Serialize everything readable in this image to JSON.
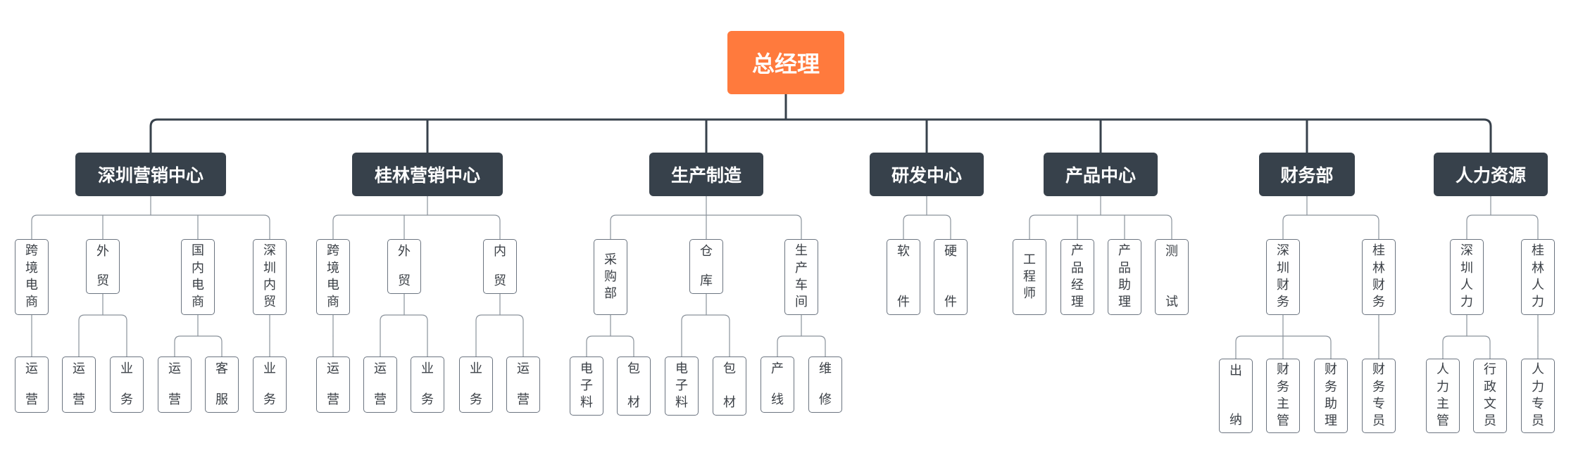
{
  "root": {
    "id": "gm",
    "label": "总经理"
  },
  "departments": [
    {
      "id": "d1",
      "label": "深圳营销中心",
      "children": [
        {
          "id": "d1a",
          "label": "跨境电商",
          "children": [
            {
              "id": "d1a1",
              "label": "运营"
            }
          ]
        },
        {
          "id": "d1b",
          "label": "外贸",
          "children": [
            {
              "id": "d1b1",
              "label": "运营"
            },
            {
              "id": "d1b2",
              "label": "业务"
            }
          ]
        },
        {
          "id": "d1c",
          "label": "国内电商",
          "children": [
            {
              "id": "d1c1",
              "label": "运营"
            },
            {
              "id": "d1c2",
              "label": "客服"
            }
          ]
        },
        {
          "id": "d1d",
          "label": "深圳内贸",
          "children": [
            {
              "id": "d1d1",
              "label": "业务"
            }
          ]
        }
      ]
    },
    {
      "id": "d2",
      "label": "桂林营销中心",
      "children": [
        {
          "id": "d2a",
          "label": "跨境电商",
          "children": [
            {
              "id": "d2a1",
              "label": "运营"
            }
          ]
        },
        {
          "id": "d2b",
          "label": "外贸",
          "children": [
            {
              "id": "d2b1",
              "label": "运营"
            },
            {
              "id": "d2b2",
              "label": "业务"
            }
          ]
        },
        {
          "id": "d2c",
          "label": "内贸",
          "children": [
            {
              "id": "d2c1",
              "label": "业务"
            },
            {
              "id": "d2c2",
              "label": "运营"
            }
          ]
        }
      ]
    },
    {
      "id": "d3",
      "label": "生产制造",
      "children": [
        {
          "id": "d3a",
          "label": "采购部",
          "children": [
            {
              "id": "d3a1",
              "label": "电子料"
            },
            {
              "id": "d3a2",
              "label": "包材"
            }
          ]
        },
        {
          "id": "d3b",
          "label": "仓库",
          "children": [
            {
              "id": "d3b1",
              "label": "电子料"
            },
            {
              "id": "d3b2",
              "label": "包材"
            }
          ]
        },
        {
          "id": "d3c",
          "label": "生产车间",
          "children": [
            {
              "id": "d3c1",
              "label": "产线"
            },
            {
              "id": "d3c2",
              "label": "维修"
            }
          ]
        }
      ]
    },
    {
      "id": "d4",
      "label": "研发中心",
      "children": [
        {
          "id": "d4a",
          "label": "软件",
          "children": []
        },
        {
          "id": "d4b",
          "label": "硬件",
          "children": []
        }
      ]
    },
    {
      "id": "d5",
      "label": "产品中心",
      "children": [
        {
          "id": "d5a",
          "label": "工程师",
          "children": []
        },
        {
          "id": "d5b",
          "label": "产品经理",
          "children": []
        },
        {
          "id": "d5c",
          "label": "产品助理",
          "children": []
        },
        {
          "id": "d5d",
          "label": "测试",
          "children": []
        }
      ]
    },
    {
      "id": "d6",
      "label": "财务部",
      "children": [
        {
          "id": "d6a",
          "label": "深圳财务",
          "children": [
            {
              "id": "d6a1",
              "label": "出纳"
            },
            {
              "id": "d6a2",
              "label": "财务主管"
            },
            {
              "id": "d6a3",
              "label": "财务助理"
            }
          ]
        },
        {
          "id": "d6b",
          "label": "桂林财务",
          "children": [
            {
              "id": "d6b1",
              "label": "财务专员"
            }
          ]
        }
      ]
    },
    {
      "id": "d7",
      "label": "人力资源",
      "children": [
        {
          "id": "d7a",
          "label": "深圳人力",
          "children": [
            {
              "id": "d7a1",
              "label": "人力主管"
            },
            {
              "id": "d7a2",
              "label": "行政文员"
            }
          ]
        },
        {
          "id": "d7b",
          "label": "桂林人力",
          "children": [
            {
              "id": "d7b1",
              "label": "人力专员"
            }
          ]
        }
      ]
    }
  ],
  "colors": {
    "root": "#FF7A3D",
    "department": "#37414B",
    "connector": "#37414B",
    "leaf_border": "#6B7480"
  }
}
